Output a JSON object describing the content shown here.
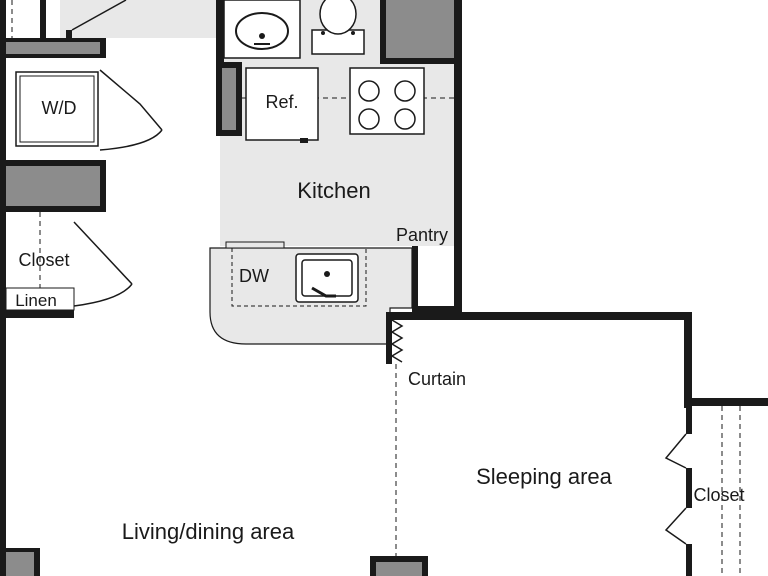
{
  "rooms": {
    "kitchen": "Kitchen",
    "pantry": "Pantry",
    "living_dining": "Living/dining area",
    "sleeping": "Sleeping area",
    "closet_left": "Closet",
    "linen": "Linen",
    "closet_right": "Closet"
  },
  "fixtures": {
    "washer_dryer": "W/D",
    "refrigerator": "Ref.",
    "dishwasher": "DW",
    "curtain": "Curtain"
  },
  "colors": {
    "wall": "#1a1a1a",
    "wall_fill": "#8c8c8c",
    "floor_tile": "#e8e8e8",
    "background": "#ffffff"
  }
}
